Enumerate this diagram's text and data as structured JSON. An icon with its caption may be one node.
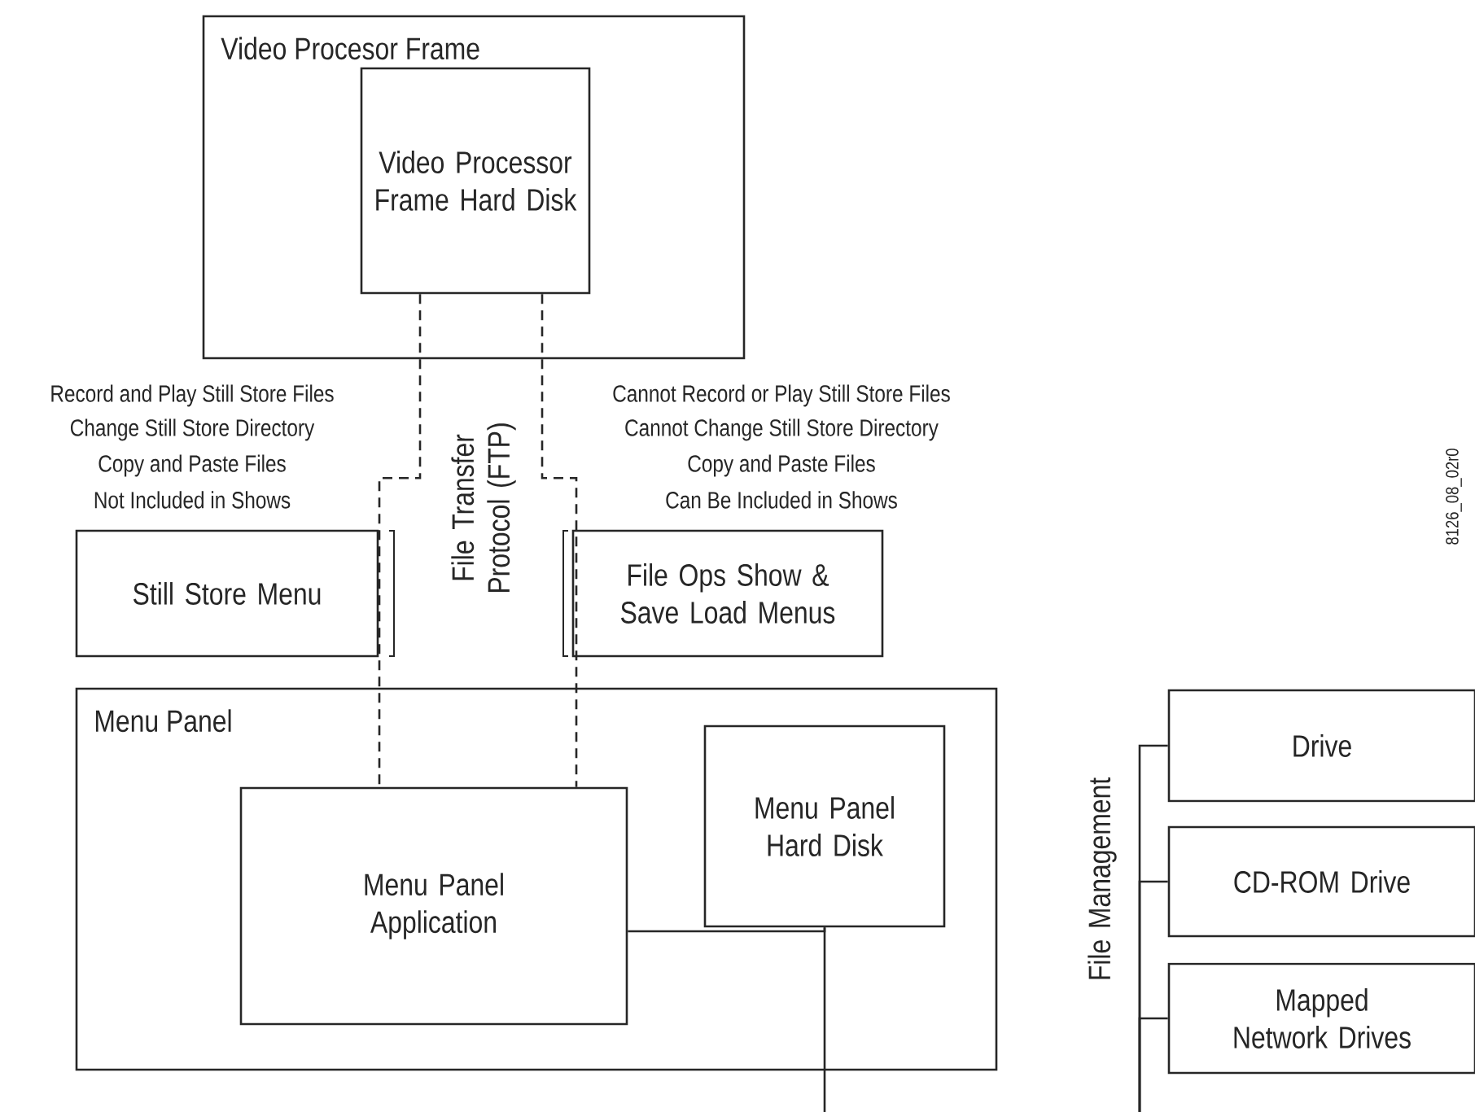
{
  "diagram": {
    "nodes": [
      {
        "text": [
          "Video Procesor Frame"
        ]
      },
      {
        "text": [
          "Video Processor Frame Hard Disk"
        ],
        "in": 0
      },
      {
        "text": [
          "Still Store Menu"
        ]
      },
      {
        "text": [
          "File Ops Show & Save Load Menus"
        ]
      },
      {
        "text": [
          "Menu Panel"
        ]
      },
      {
        "text": [
          "Menu Panel Application"
        ],
        "in": 4
      },
      {
        "text": [
          "Menu Panel Hard Disk"
        ],
        "in": 4
      },
      {
        "text": [
          "Drive"
        ]
      },
      {
        "text": [
          "CD-ROM Drive"
        ]
      },
      {
        "text": [
          "Mapped Network Drives"
        ]
      }
    ],
    "edges": [
      {
        "from": 1,
        "to": 5,
        "arrow": "none",
        "style": "dashed"
      },
      {
        "from": 1,
        "to": 5,
        "arrow": "none",
        "style": "dashed"
      },
      {
        "from": 5,
        "to": 6,
        "arrow": "none"
      },
      {
        "from": 6,
        "to": null,
        "arrow": "none"
      },
      {
        "from": null,
        "to": 7,
        "arrow": "none"
      },
      {
        "from": null,
        "to": 8,
        "arrow": "none"
      },
      {
        "from": null,
        "to": 9,
        "arrow": "none"
      }
    ],
    "labels": [
      "Record and Play Still Store Files",
      "Change Still Store Directory",
      "Copy and Paste Files",
      "Not Included in Shows",
      "Cannot Record or Play Still Store Files",
      "Cannot Change Still Store Directory",
      "Copy and Paste Files",
      "Can Be Included in Shows",
      "File Transfer Protocol (FTP)",
      "File Management",
      "8126_08_02r0"
    ]
  }
}
